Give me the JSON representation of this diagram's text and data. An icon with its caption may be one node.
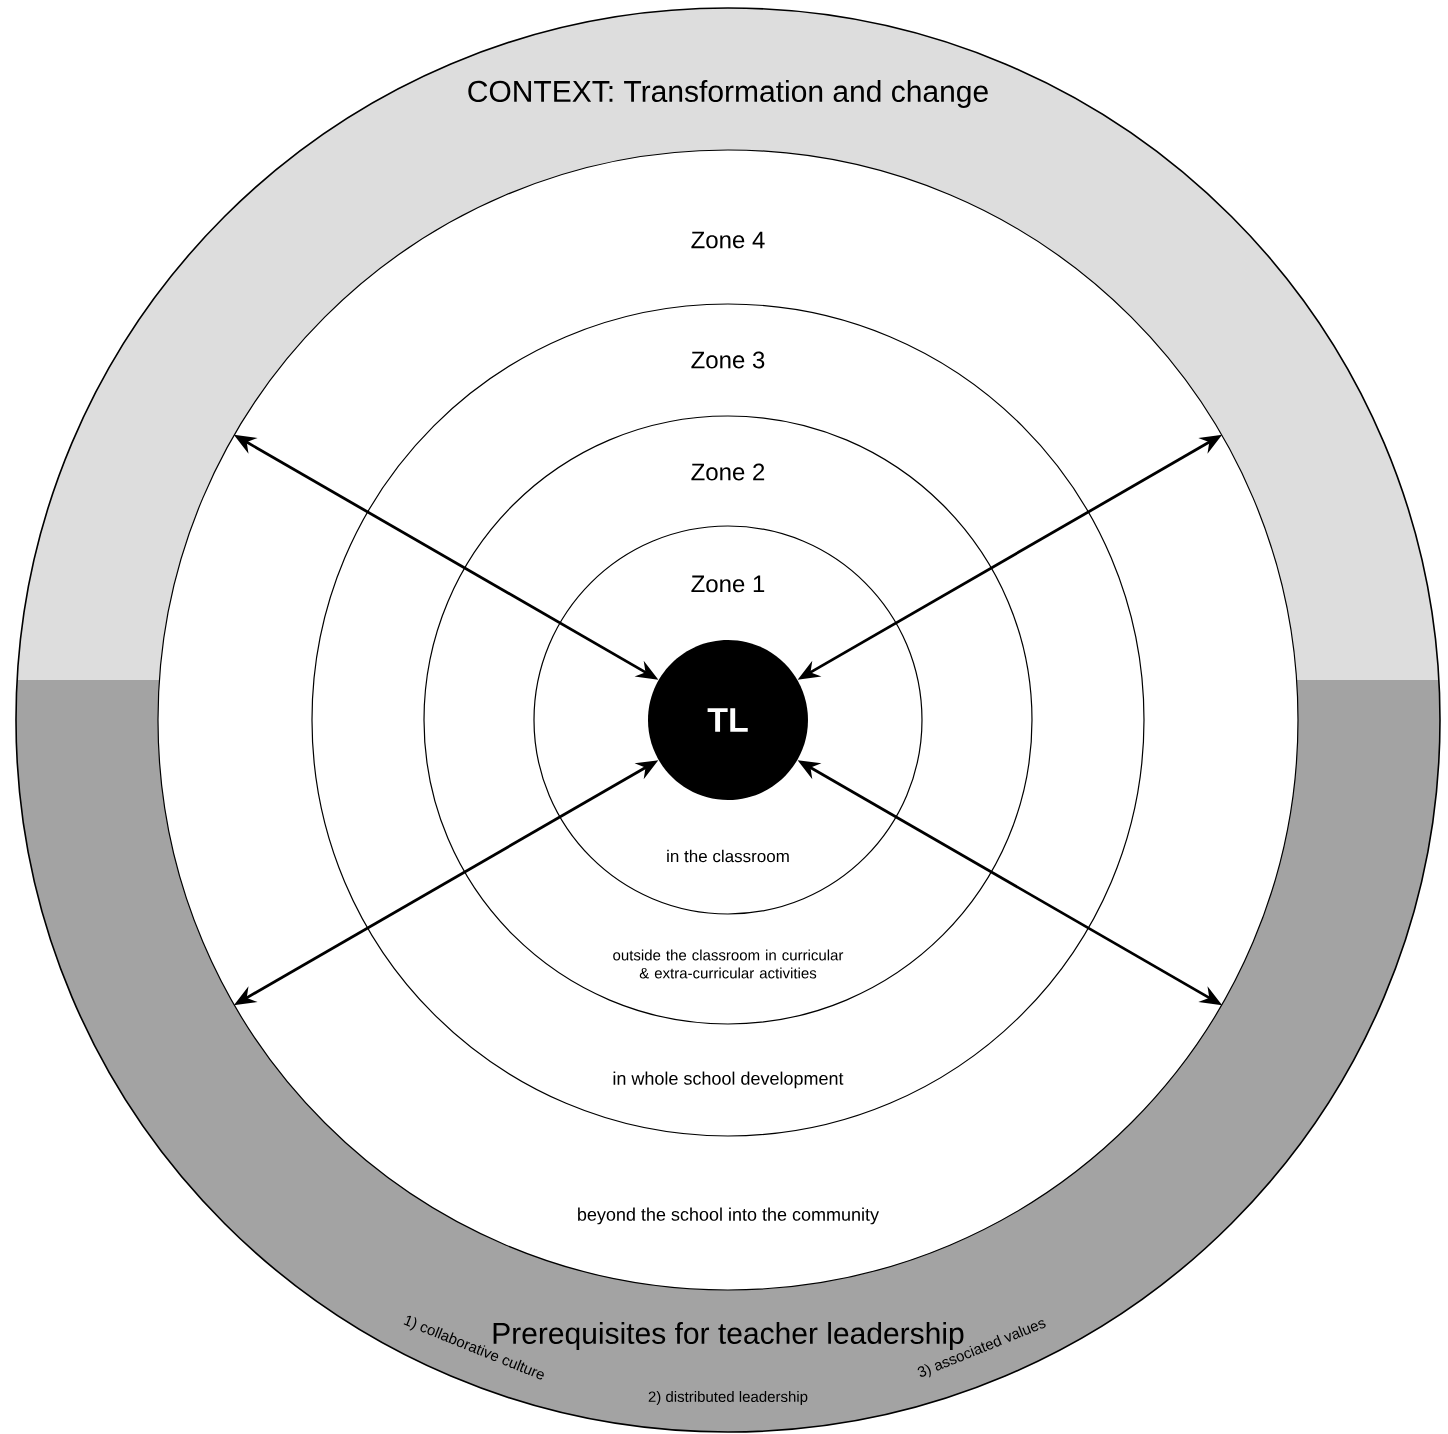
{
  "diagram": {
    "nodes": [
      {
        "text": [
          "CONTEXT: Transformation and change"
        ]
      },
      {
        "text": [
          "Prerequisites for teacher leadership",
          "1) collaborative culture",
          "2) distributed leadership",
          "3) associated values"
        ]
      },
      {
        "text": [
          "Zone 4",
          "beyond the school into the community"
        ]
      },
      {
        "text": [
          "Zone 3",
          "in whole school development"
        ],
        "in": 2
      },
      {
        "text": [
          "Zone 2",
          "outside the classroom in curricular & extra-curricular activities"
        ],
        "in": 3
      },
      {
        "text": [
          "Zone 1",
          "in the classroom"
        ],
        "in": 4
      },
      {
        "text": [
          "TL"
        ],
        "in": 5
      }
    ],
    "edges": [
      {
        "from": 6,
        "to": 2,
        "arrow": "both"
      },
      {
        "from": 6,
        "to": 2,
        "arrow": "both"
      },
      {
        "from": 6,
        "to": 2,
        "arrow": "both"
      },
      {
        "from": 6,
        "to": 2,
        "arrow": "both"
      }
    ]
  }
}
